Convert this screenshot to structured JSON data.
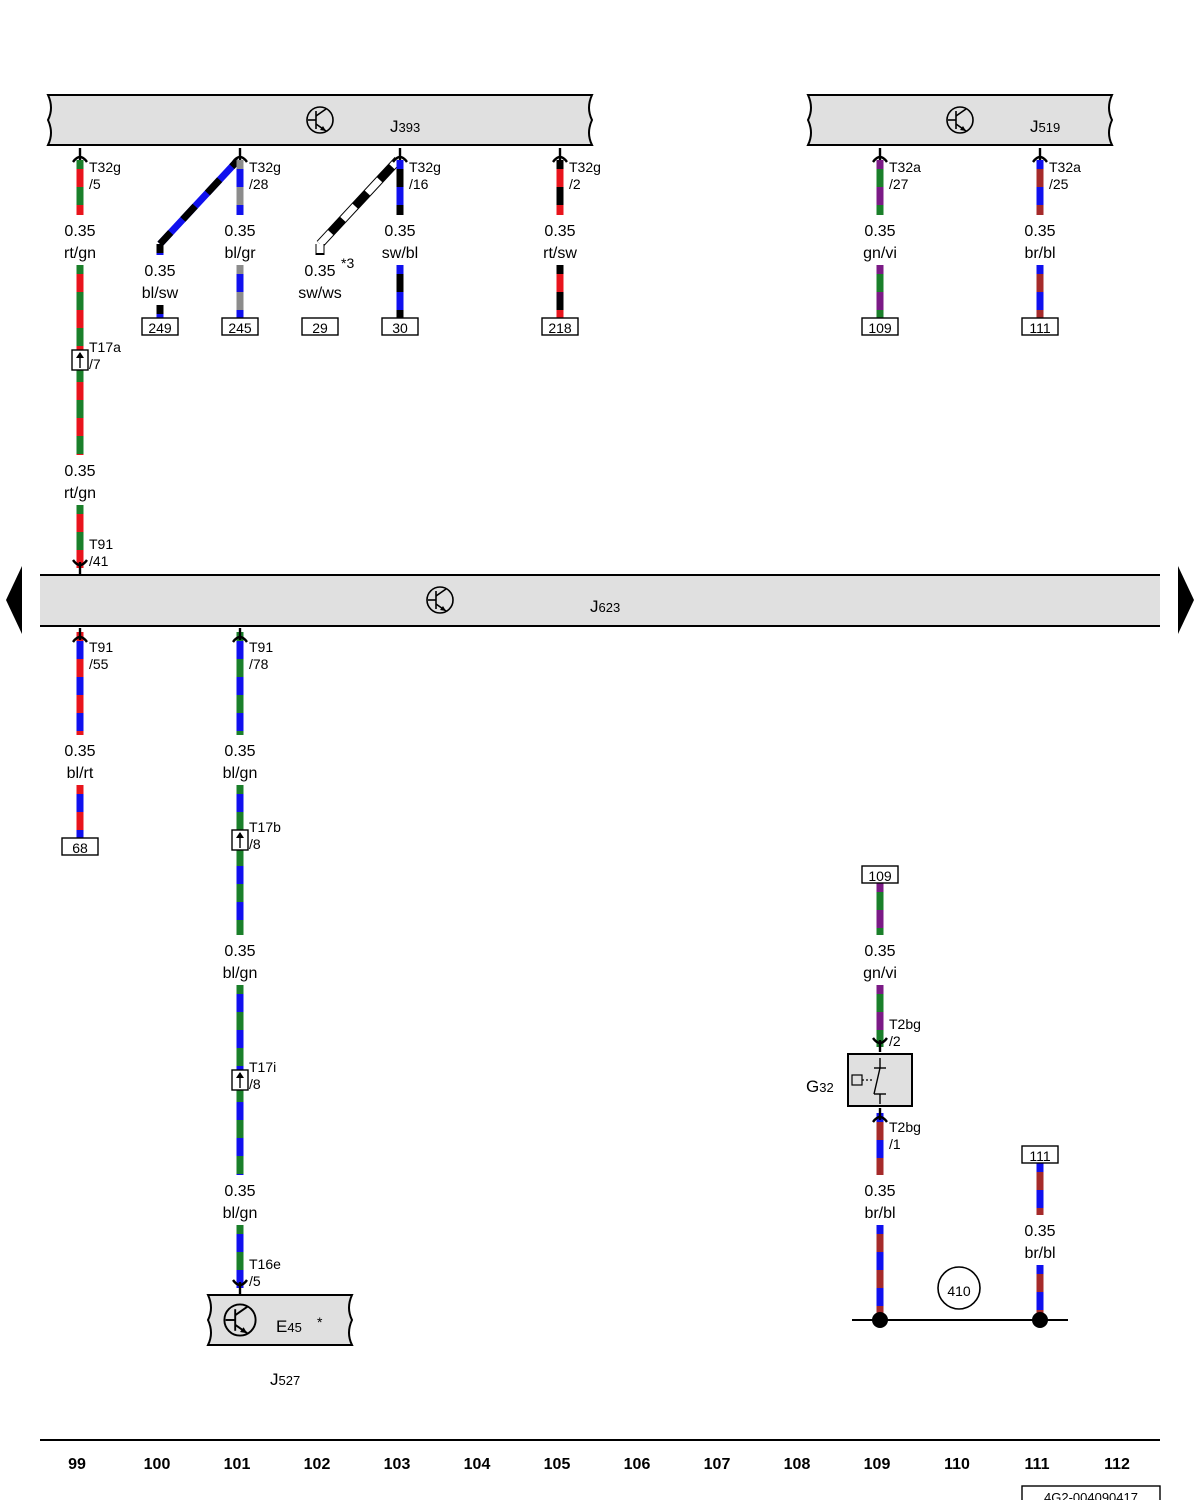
{
  "colors": {
    "rt": "#e8141c",
    "gn": "#1a7f2a",
    "bl": "#1010ee",
    "sw": "#000000",
    "gr": "#8c8c8c",
    "ws": "#ffffff",
    "vi": "#7b1a86",
    "br": "#a52a2a",
    "component_fill": "#e0e0e0"
  },
  "components": [
    {
      "id": "J393",
      "main": "J",
      "sub": "393",
      "shape": "wavy",
      "icon": "transistor-icon",
      "star": ""
    },
    {
      "id": "J519",
      "main": "J",
      "sub": "519",
      "shape": "wavy",
      "icon": "transistor-icon",
      "star": ""
    },
    {
      "id": "J623",
      "main": "J",
      "sub": "623",
      "shape": "bus",
      "icon": "transistor-icon",
      "star": ""
    },
    {
      "id": "E45",
      "main": "E",
      "sub": "45",
      "shape": "wavy",
      "icon": "transistor-icon",
      "star": "*"
    },
    {
      "id": "G32",
      "main": "G",
      "sub": "32",
      "shape": "box",
      "icon": "switch-icon",
      "star": ""
    }
  ],
  "extra_labels": [
    {
      "id": "J527",
      "main": "J",
      "sub": "527"
    }
  ],
  "wires": [
    {
      "id": "w1",
      "size": "0.35",
      "color": "rt/gn",
      "note": ""
    },
    {
      "id": "w2",
      "size": "0.35",
      "color": "bl/sw",
      "note": ""
    },
    {
      "id": "w3",
      "size": "0.35",
      "color": "bl/gr",
      "note": ""
    },
    {
      "id": "w4",
      "size": "0.35",
      "color": "sw/ws",
      "note": "*3"
    },
    {
      "id": "w5",
      "size": "0.35",
      "color": "sw/bl",
      "note": ""
    },
    {
      "id": "w6",
      "size": "0.35",
      "color": "rt/sw",
      "note": ""
    },
    {
      "id": "w7",
      "size": "0.35",
      "color": "gn/vi",
      "note": ""
    },
    {
      "id": "w8",
      "size": "0.35",
      "color": "br/bl",
      "note": ""
    },
    {
      "id": "w9",
      "size": "0.35",
      "color": "rt/gn",
      "note": ""
    },
    {
      "id": "w10",
      "size": "0.35",
      "color": "bl/rt",
      "note": ""
    },
    {
      "id": "w11",
      "size": "0.35",
      "color": "bl/gn",
      "note": ""
    },
    {
      "id": "w12",
      "size": "0.35",
      "color": "bl/gn",
      "note": ""
    },
    {
      "id": "w13",
      "size": "0.35",
      "color": "bl/gn",
      "note": ""
    },
    {
      "id": "w14",
      "size": "0.35",
      "color": "gn/vi",
      "note": ""
    },
    {
      "id": "w15",
      "size": "0.35",
      "color": "br/bl",
      "note": ""
    },
    {
      "id": "w16",
      "size": "0.35",
      "color": "br/bl",
      "note": ""
    }
  ],
  "connector_pins": [
    {
      "id": "c1",
      "connector": "T32g",
      "pin": "/5"
    },
    {
      "id": "c2",
      "connector": "T32g",
      "pin": "/28"
    },
    {
      "id": "c3",
      "connector": "T32g",
      "pin": "/16"
    },
    {
      "id": "c4",
      "connector": "T32g",
      "pin": "/2"
    },
    {
      "id": "c5",
      "connector": "T32a",
      "pin": "/27"
    },
    {
      "id": "c6",
      "connector": "T32a",
      "pin": "/25"
    },
    {
      "id": "c7",
      "connector": "T17a",
      "pin": "/7"
    },
    {
      "id": "c8",
      "connector": "T91",
      "pin": "/41"
    },
    {
      "id": "c9",
      "connector": "T91",
      "pin": "/55"
    },
    {
      "id": "c10",
      "connector": "T91",
      "pin": "/78"
    },
    {
      "id": "c11",
      "connector": "T17b",
      "pin": "/8"
    },
    {
      "id": "c12",
      "connector": "T17i",
      "pin": "/8"
    },
    {
      "id": "c13",
      "connector": "T16e",
      "pin": "/5"
    },
    {
      "id": "c14",
      "connector": "T2bg",
      "pin": "/2"
    },
    {
      "id": "c15",
      "connector": "T2bg",
      "pin": "/1"
    }
  ],
  "refs": [
    {
      "id": "r1",
      "label": "249"
    },
    {
      "id": "r2",
      "label": "245"
    },
    {
      "id": "r3",
      "label": "29"
    },
    {
      "id": "r4",
      "label": "30"
    },
    {
      "id": "r5",
      "label": "218"
    },
    {
      "id": "r6",
      "label": "109"
    },
    {
      "id": "r7",
      "label": "111"
    },
    {
      "id": "r8",
      "label": "68"
    },
    {
      "id": "r9",
      "label": "109"
    },
    {
      "id": "r10",
      "label": "111"
    }
  ],
  "ground_point": "410",
  "columns": [
    "99",
    "100",
    "101",
    "102",
    "103",
    "104",
    "105",
    "106",
    "107",
    "108",
    "109",
    "110",
    "111",
    "112"
  ],
  "diagram_ref": "4G2-004090417"
}
